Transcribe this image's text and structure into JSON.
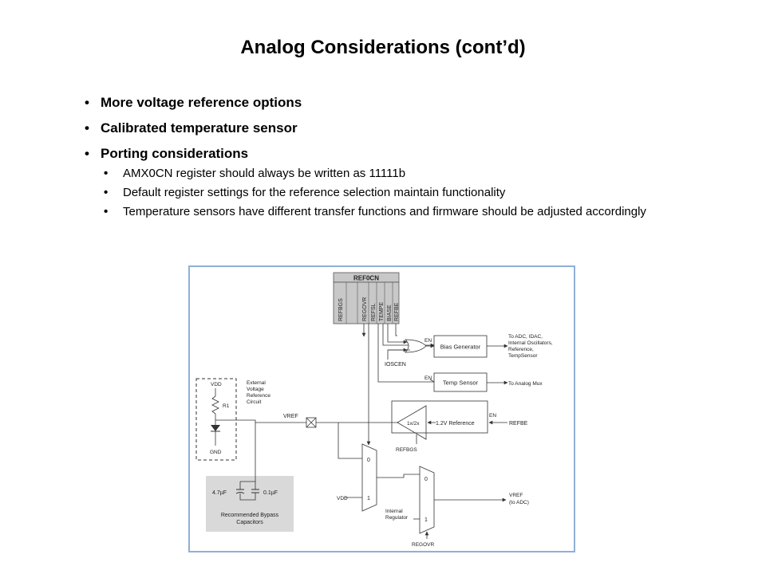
{
  "slide": {
    "title": "Analog Considerations (cont’d)",
    "bullets": [
      {
        "text": "More voltage reference options"
      },
      {
        "text": "Calibrated temperature sensor"
      },
      {
        "text": "Porting considerations"
      }
    ],
    "sub_bullets": [
      {
        "text": "AMX0CN register should always be written as 11111b"
      },
      {
        "text": "Default register settings for the reference selection maintain functionality"
      },
      {
        "text": "Temperature sensors have different transfer functions and firmware should be adjusted accordingly"
      }
    ],
    "bullet_glyph": "•"
  },
  "diagram": {
    "register_name": "REF0CN",
    "register_bits": [
      "REFBGS",
      "REGOVR",
      "REFSL",
      "TEMPE",
      "BIASE",
      "REFBE"
    ],
    "bias_generator": "Bias Generator",
    "temp_sensor": "Temp Sensor",
    "en_label": "EN",
    "iosc_en": "IOSCEN",
    "bias_outputs": [
      "To ADC, IDAC,",
      "Internal Oscillators,",
      "Reference,",
      "TempSensor"
    ],
    "temp_output": "To Analog Mux",
    "external_circuit": [
      "External",
      "Voltage",
      "Reference",
      "Circuit"
    ],
    "vdd": "VDD",
    "r1": "R1",
    "gnd": "GND",
    "vref": "VREF",
    "amp_label": "1x/2x",
    "reference_label": "1.2V Reference",
    "refbe": "REFBE",
    "refbgs": "REFBGS",
    "mux_zero": "0",
    "mux_one": "1",
    "mux_vdd": "VDD",
    "internal_regulator": [
      "Internal",
      "Regulator"
    ],
    "regovr": "REGOVR",
    "vref_out": [
      "VREF",
      "(to ADC)"
    ],
    "cap1": "4.7µF",
    "cap2": "0.1µF",
    "bypass_caption": [
      "Recommended Bypass",
      "Capacitors"
    ],
    "colors": {
      "frame": "#8fb0d6",
      "register_fill": "#c8c8c8",
      "caps_fill": "#d9d9d9",
      "line": "#333333"
    }
  }
}
